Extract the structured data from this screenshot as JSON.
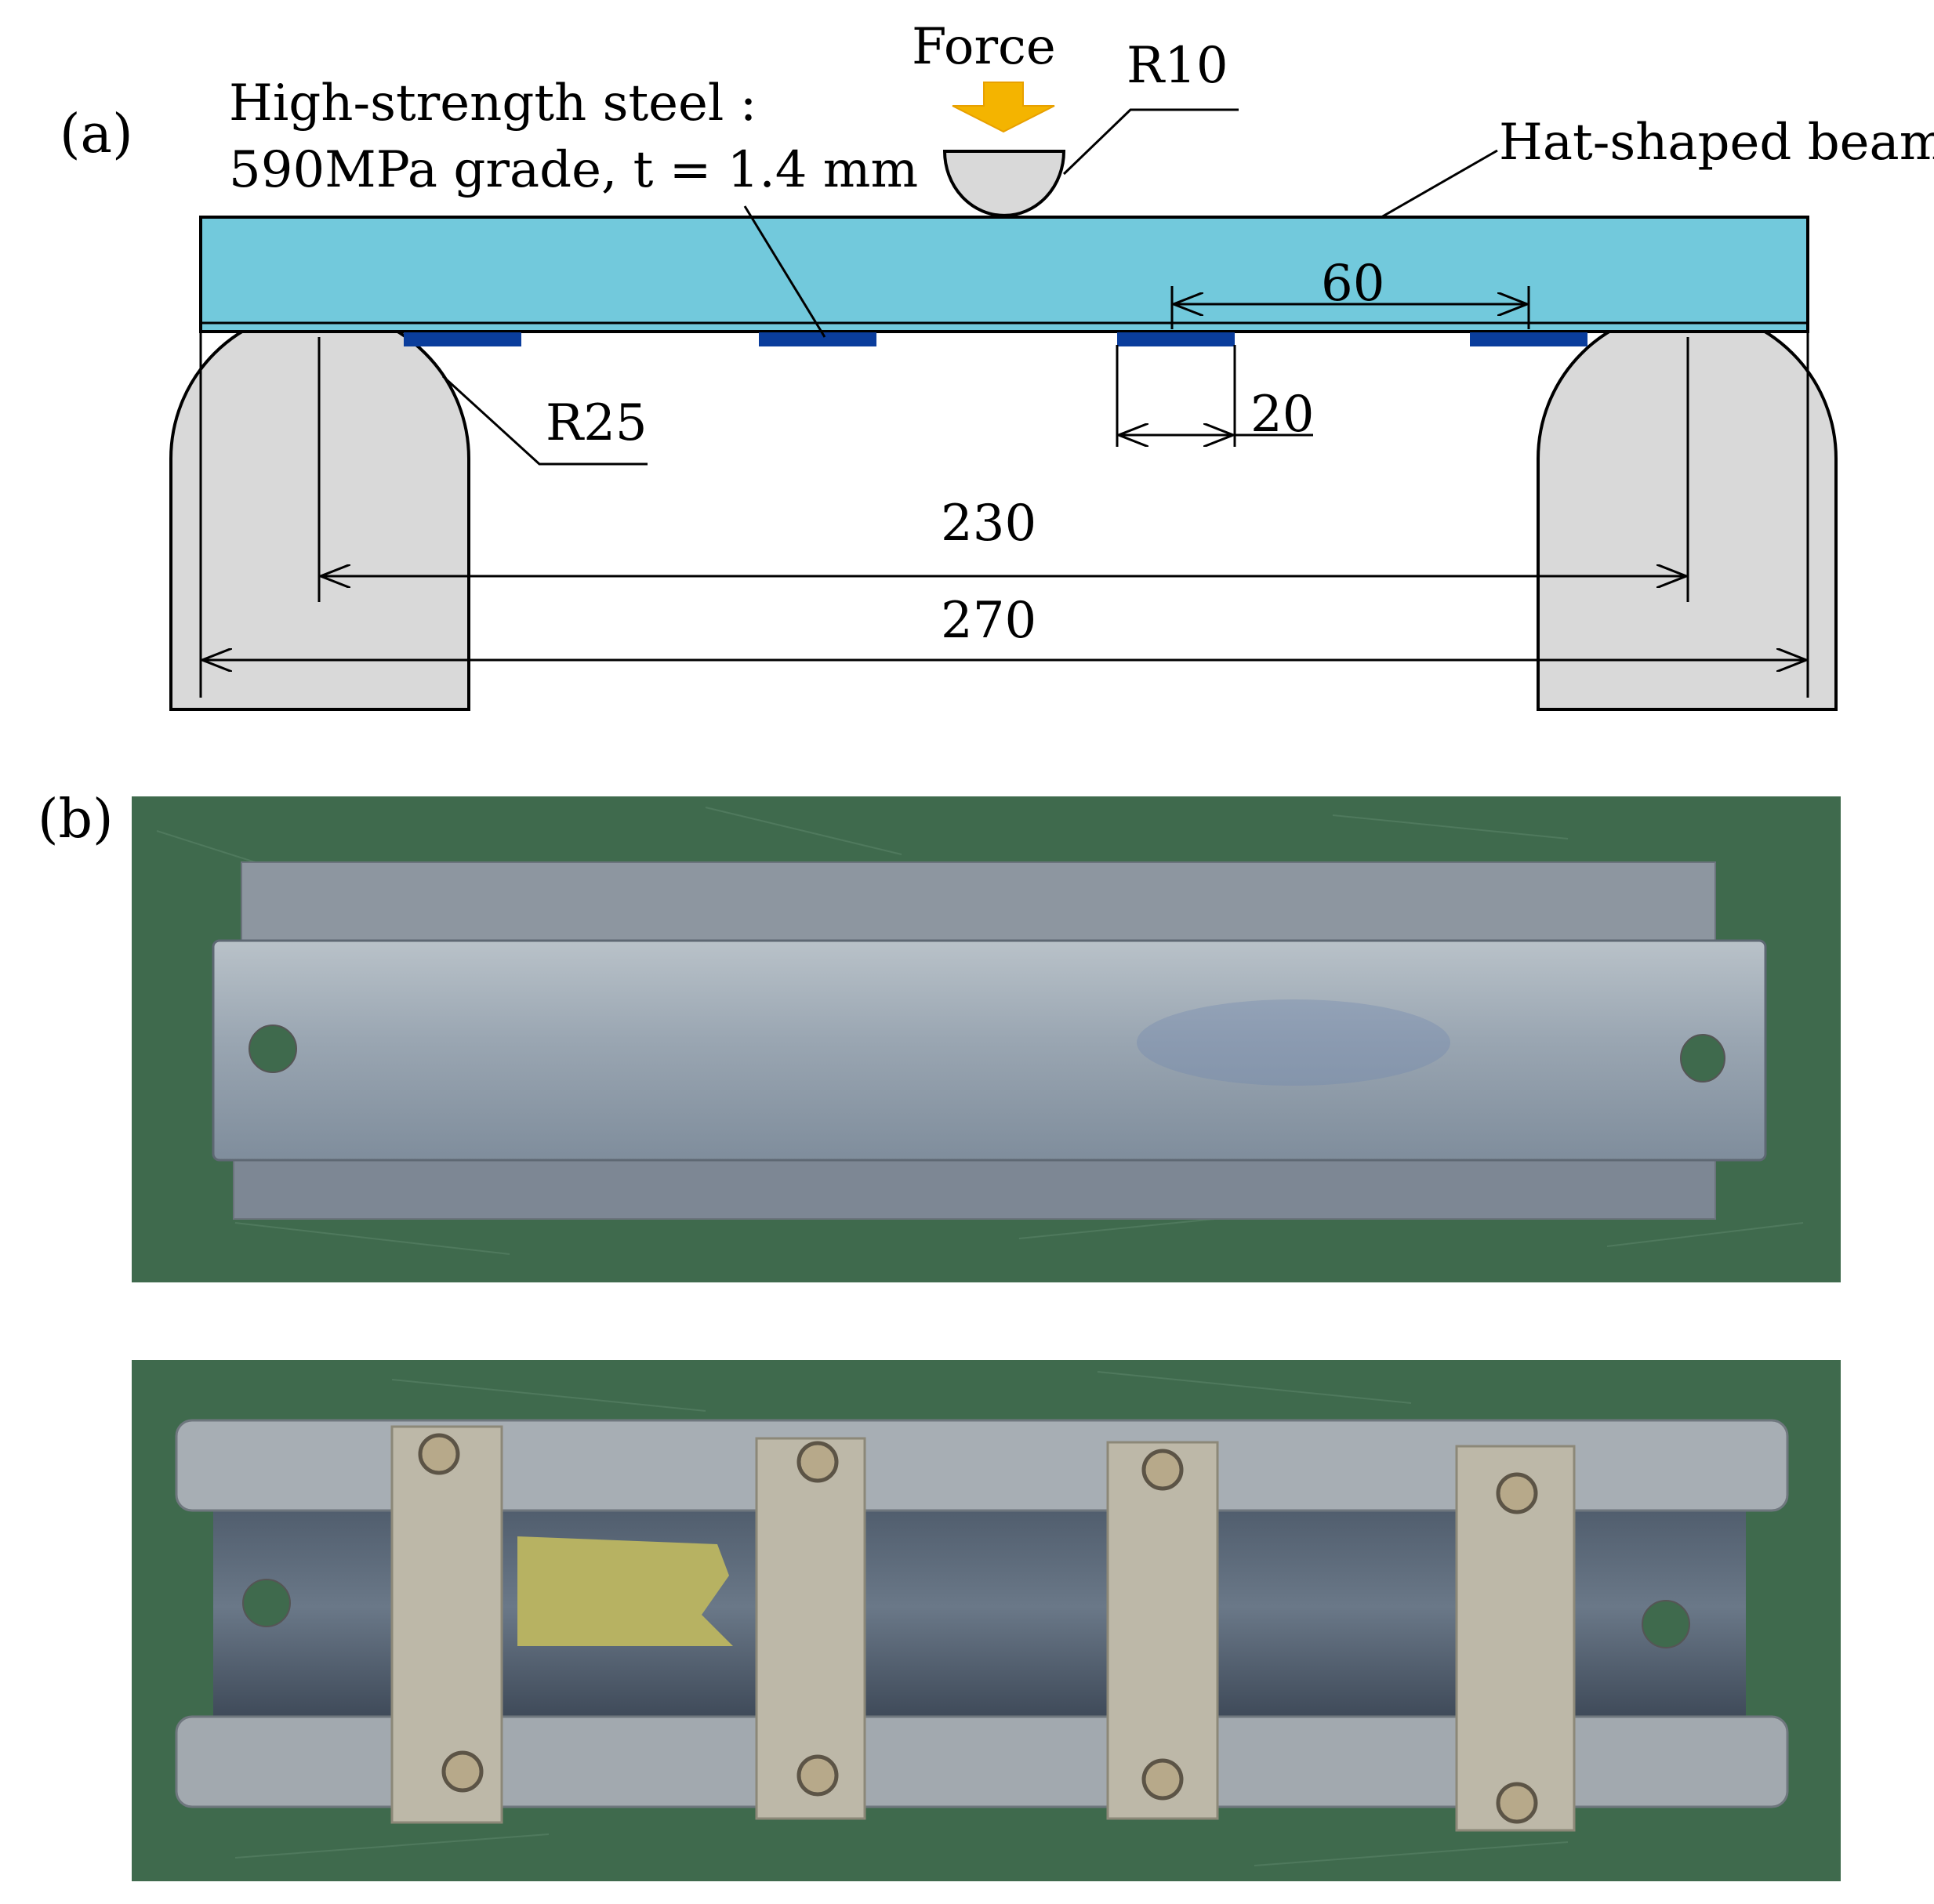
{
  "panel_a": {
    "label": "(a)",
    "force_label": "Force",
    "indenter_radius_label": "R10",
    "material_line1": "High-strength steel :",
    "material_line2": "590MPa grade, t = 1.4 mm",
    "beam_label": "Hat-shaped beam",
    "support_radius_label": "R25",
    "dims": {
      "spacing": "60",
      "plate_width": "20",
      "support_span": "230",
      "beam_length": "270"
    },
    "colors": {
      "beam": "#72c9dc",
      "plate": "#0a3d9c",
      "support": "#d9d9d9",
      "arrow": "#f4b400"
    }
  },
  "panel_b": {
    "label": "(b)",
    "colors": {
      "mat": "#3f6a4d",
      "steel": "#a4aeb6",
      "plate": "#bdb8a8",
      "tape": "#b7b262"
    }
  }
}
